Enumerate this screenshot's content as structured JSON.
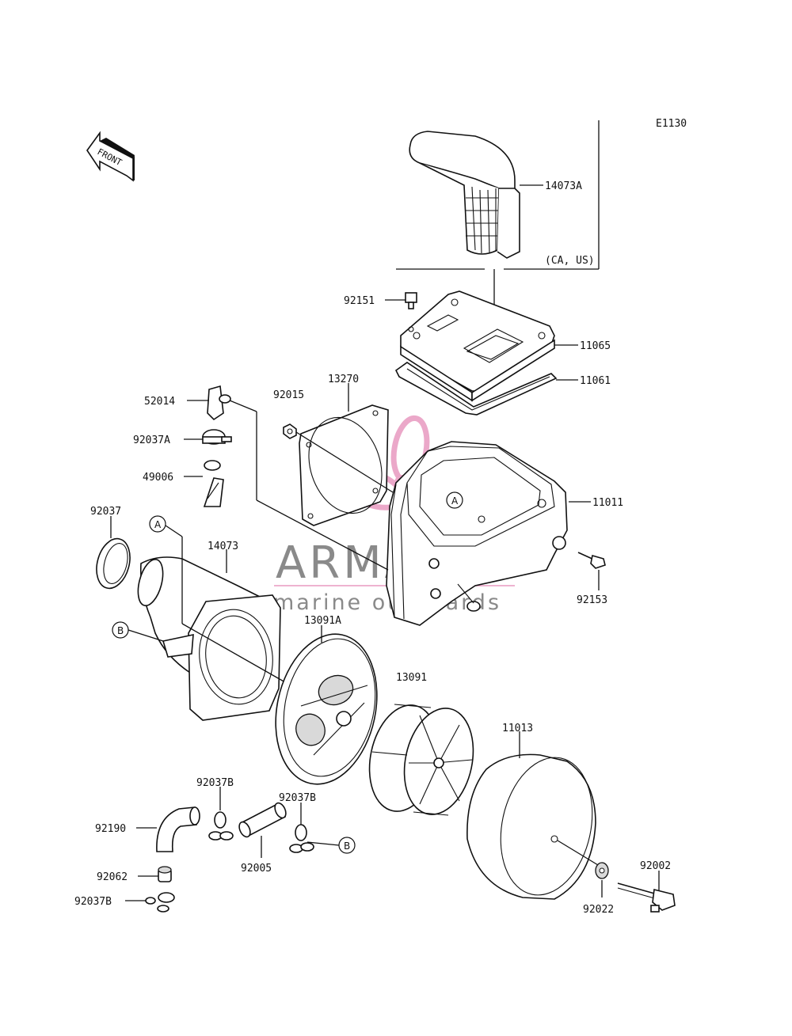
{
  "diagram_code": "E1130",
  "front_label": "FRONT",
  "region_note": "(CA, US)",
  "watermark": {
    "brand": "ARMADA",
    "tagline": "marine outboards",
    "logo_color": "#e89ac0",
    "text_color": "#8a8a8a"
  },
  "parts": {
    "p14073A": "14073A",
    "p92151": "92151",
    "p11065": "11065",
    "p11061": "11061",
    "p13270": "13270",
    "p92015": "92015",
    "p52014": "52014",
    "p92037A": "92037A",
    "p49006": "49006",
    "p11011": "11011",
    "p92037": "92037",
    "p14073": "14073",
    "p92153": "92153",
    "p13091A": "13091A",
    "p13091": "13091",
    "p11013": "11013",
    "p92037B_1": "92037B",
    "p92037B_2": "92037B",
    "p92190": "92190",
    "p92005": "92005",
    "p92062": "92062",
    "p92037B_3": "92037B",
    "p92002": "92002",
    "p92022": "92022"
  },
  "callouts": {
    "a1": "A",
    "a2": "A",
    "b1": "B",
    "b2": "B"
  }
}
